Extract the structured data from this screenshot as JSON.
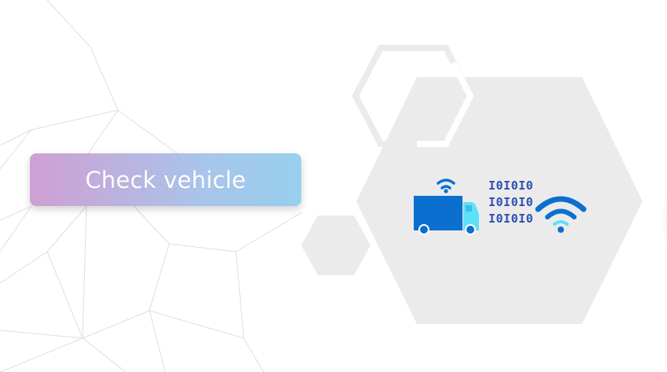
{
  "cta": {
    "label": "Check vehicle"
  },
  "illustration": {
    "binary_lines": [
      "I0I0I0",
      "I0I0I0",
      "I0I0I0"
    ],
    "icons": [
      "truck-icon",
      "truck-signal-icon",
      "wifi-icon"
    ]
  },
  "colors": {
    "accent_blue": "#0b6fd0",
    "cab_cyan": "#5ee0f7",
    "binary_text": "#2a4fb3",
    "hex_fill": "#ebebeb",
    "gradient_start": "#cf9fd2",
    "gradient_end": "#97cfee"
  }
}
